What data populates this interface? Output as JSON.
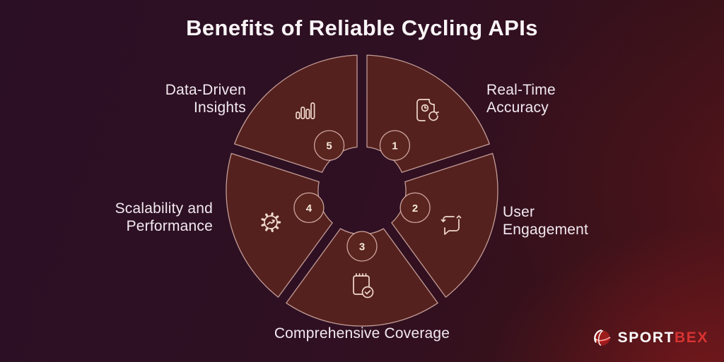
{
  "title": "Benefits of Reliable Cycling APIs",
  "diagram": {
    "segments": [
      {
        "number": "1",
        "label": "Real-Time Accuracy",
        "icon": "document-refresh-icon"
      },
      {
        "number": "2",
        "label": "User Engagement",
        "icon": "chat-sync-icon"
      },
      {
        "number": "3",
        "label": "Comprehensive Coverage",
        "icon": "notepad-check-icon"
      },
      {
        "number": "4",
        "label": "Scalability and Performance",
        "icon": "gear-performance-icon"
      },
      {
        "number": "5",
        "label": "Data-Driven Insights",
        "icon": "bar-chart-icon"
      }
    ],
    "labels": {
      "data_driven": {
        "line1": "Data-Driven",
        "line2": "Insights"
      },
      "real_time": {
        "line1": "Real-Time",
        "line2": "Accuracy"
      },
      "scalability": {
        "line1": "Scalability and",
        "line2": "Performance"
      },
      "user_engagement": {
        "line1": "User",
        "line2": "Engagement"
      },
      "comprehensive": {
        "line1": "Comprehensive Coverage"
      }
    }
  },
  "logo": {
    "brand_white": "SPORT",
    "brand_red": "BEX"
  },
  "colors": {
    "background_purple": "#2b0f24",
    "background_red": "#44131a",
    "segment_fill": "#55211e",
    "outline": "#d9b4ab",
    "icon_stroke": "#efd8cc",
    "label_text": "#f2e9f0",
    "logo_red": "#d93232"
  }
}
